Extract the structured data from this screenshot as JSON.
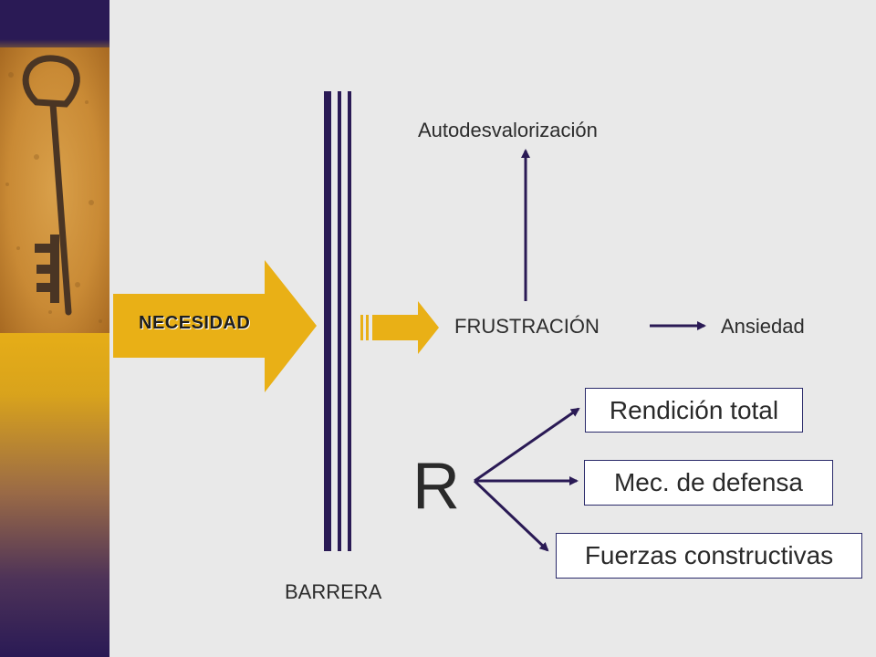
{
  "labels": {
    "need": "NECESIDAD",
    "barrier": "BARRERA",
    "frustration": "FRUSTRACIÓN",
    "self_devaluation": "Autodesvalorización",
    "anxiety": "Ansiedad",
    "reaction_letter": "R"
  },
  "responses": [
    "Rendición total",
    "Mec. de defensa",
    "Fuerzas constructivas"
  ],
  "colors": {
    "arrow_fill": "#e9b016",
    "line_color": "#2a1a55",
    "background": "#e9e9e9"
  },
  "icons": {
    "key_image": "old-iron-key-icon"
  }
}
